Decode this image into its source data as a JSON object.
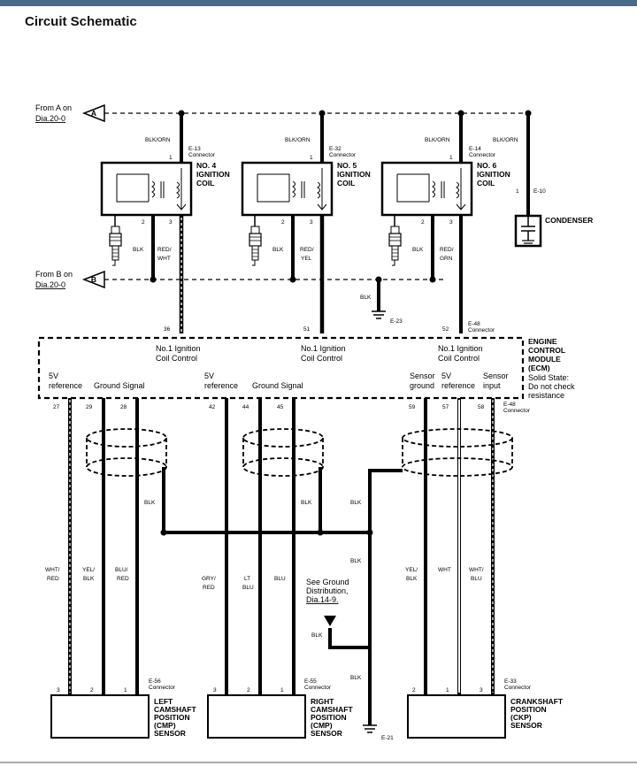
{
  "title": "Circuit Schematic",
  "from_a": {
    "line1": "From A on",
    "line2": "Dia.20-0",
    "letter": "A"
  },
  "from_b": {
    "line1": "From B on",
    "line2": "Dia.20-0",
    "letter": "B"
  },
  "coils": [
    {
      "name1": "NO. 4",
      "name2": "IGNITION",
      "name3": "COIL",
      "conn": "E-13",
      "conn_sub": "Connector",
      "top_wire": "BLK/ORN",
      "pin_top": "1",
      "pin_a": "2",
      "pin_b": "3",
      "wire_a": "BLK",
      "wire_b1": "RED/",
      "wire_b2": "WHT",
      "ecm_pin": "36"
    },
    {
      "name1": "NO. 5",
      "name2": "IGNITION",
      "name3": "COIL",
      "conn": "E-32",
      "conn_sub": "Connector",
      "top_wire": "BLK/ORN",
      "pin_top": "1",
      "pin_a": "2",
      "pin_b": "3",
      "wire_a": "BLK",
      "wire_b1": "RED/",
      "wire_b2": "YEL",
      "ecm_pin": "51"
    },
    {
      "name1": "NO. 6",
      "name2": "IGNITION",
      "name3": "COIL",
      "conn": "E-14",
      "conn_sub": "Connector",
      "top_wire": "BLK/ORN",
      "pin_top": "1",
      "pin_a": "2",
      "pin_b": "3",
      "wire_a": "BLK",
      "wire_b1": "RED/",
      "wire_b2": "GRN",
      "ecm_pin": "52"
    }
  ],
  "condenser": {
    "label": "CONDENSER",
    "top_wire": "BLK/ORN",
    "pin": "1",
    "conn": "E-10"
  },
  "ground_e23": {
    "wire": "BLK",
    "label": "E-23"
  },
  "ecm_conn_top": {
    "conn": "E-48",
    "sub": "Connector"
  },
  "ecm": {
    "name": [
      "ENGINE",
      "CONTROL",
      "MODULE",
      "(ECM)"
    ],
    "note": [
      "Solid State:",
      "Do not check",
      "resistance"
    ],
    "coil_ctrl_1": "No.1 Ignition",
    "coil_ctrl_2": "Coil Control",
    "ref5v_1": "5V",
    "ref5v_2": "reference",
    "ground_signal": "Ground Signal",
    "sensor_ground_1": "Sensor",
    "sensor_ground_2": "ground",
    "sensor_input_1": "Sensor",
    "sensor_input_2": "input"
  },
  "ecm_bottom_pins": [
    "27",
    "29",
    "28",
    "42",
    "44",
    "45",
    "59",
    "57",
    "58"
  ],
  "ecm_conn_bottom": {
    "conn": "E-48",
    "sub": "Connector"
  },
  "shield_wire": "BLK",
  "sensors": [
    {
      "name": [
        "LEFT",
        "CAMSHAFT",
        "POSITION",
        "(CMP)",
        "SENSOR"
      ],
      "conn": "E-56",
      "conn_sub": "Connector",
      "pins": [
        "3",
        "2",
        "1"
      ],
      "wires": [
        [
          "WHT/",
          "RED"
        ],
        [
          "YEL/",
          "BLK"
        ],
        [
          "BLU/",
          "RED"
        ]
      ]
    },
    {
      "name": [
        "RIGHT",
        "CAMSHAFT",
        "POSITION",
        "(CMP)",
        "SENSOR"
      ],
      "conn": "E-55",
      "conn_sub": "Connector",
      "pins": [
        "3",
        "2",
        "1"
      ],
      "wires": [
        [
          "GRY/",
          "RED"
        ],
        [
          "LT",
          "BLU"
        ],
        [
          "BLU",
          ""
        ]
      ]
    },
    {
      "name": [
        "CRANKSHAFT",
        "POSITION",
        "(CKP)",
        "SENSOR"
      ],
      "conn": "E-33",
      "conn_sub": "Connector",
      "pins": [
        "2",
        "1",
        "3"
      ],
      "wires": [
        [
          "YEL/",
          "BLK"
        ],
        [
          "WHT",
          ""
        ],
        [
          "WHT/",
          "BLU"
        ]
      ]
    }
  ],
  "ground_note": [
    "See Ground",
    "Distribution,",
    "Dia.14-9."
  ],
  "ground_e21": {
    "label": "E-21",
    "wire": "BLK"
  }
}
